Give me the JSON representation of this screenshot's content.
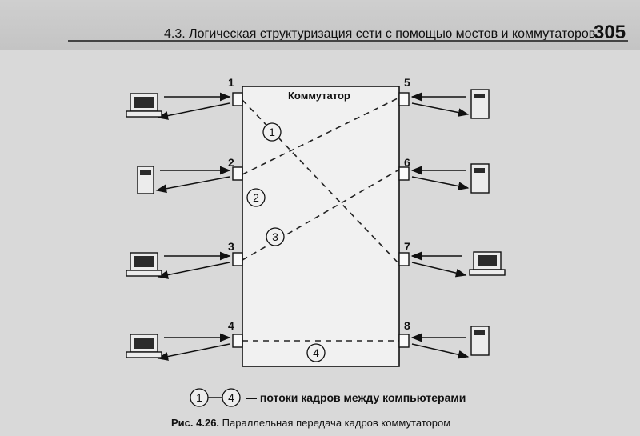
{
  "header": {
    "title": "4.3. Логическая структуризация сети с помощью мостов и коммутаторов",
    "page_number": "305"
  },
  "figure": {
    "switch_label": "Коммутатор",
    "ports": [
      "1",
      "2",
      "3",
      "4",
      "5",
      "6",
      "7",
      "8"
    ],
    "flows": [
      "1",
      "2",
      "3",
      "4"
    ],
    "legend": {
      "from": "1",
      "to": "4",
      "text": "— потоки кадров между компьютерами"
    }
  },
  "caption": {
    "prefix": "Рис. 4.26.",
    "text": "Параллельная передача кадров коммутатором"
  }
}
